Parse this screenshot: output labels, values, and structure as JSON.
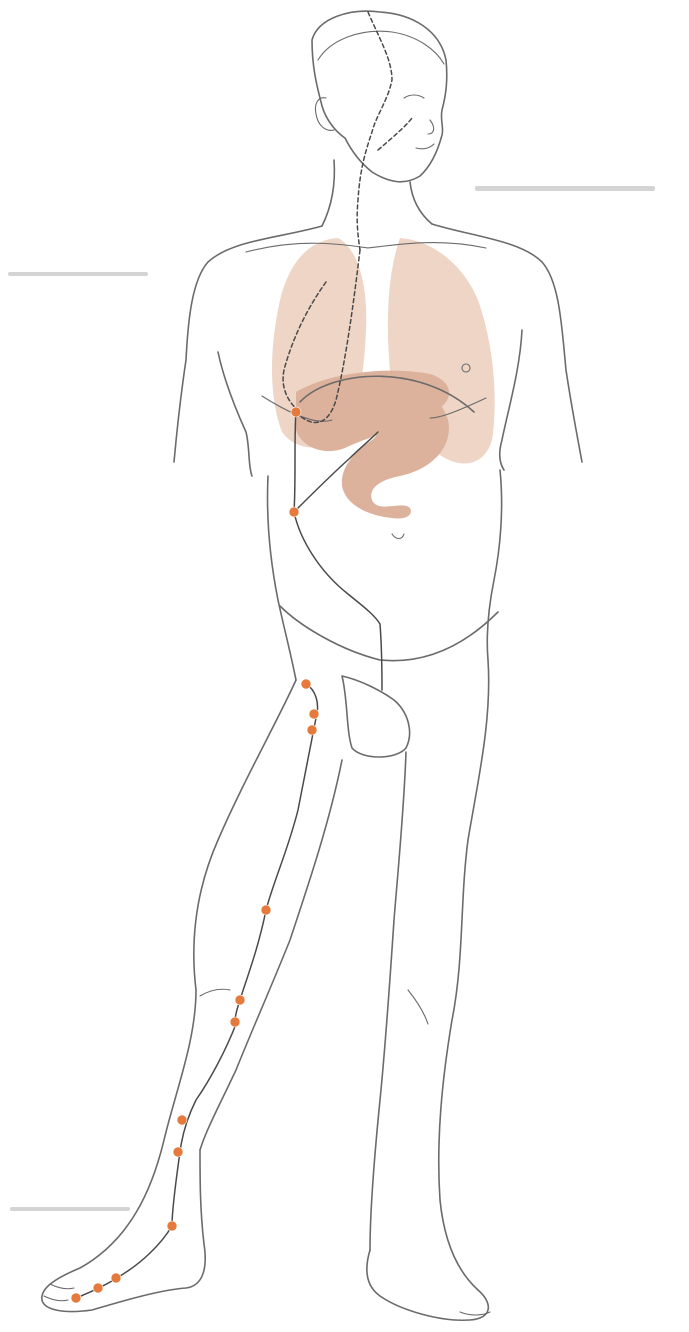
{
  "colors": {
    "outline": "#6b6b6b",
    "meridian": "#4a4a4a",
    "organ_light": "#ecd0c0",
    "organ_dark": "#ddb29c",
    "acupoint": "#e67a3c"
  },
  "points": [
    {
      "id": "abdomen-upper"
    },
    {
      "id": "abdomen-lower"
    },
    {
      "id": "groin-1"
    },
    {
      "id": "groin-2"
    },
    {
      "id": "groin-3"
    },
    {
      "id": "thigh"
    },
    {
      "id": "knee-1"
    },
    {
      "id": "knee-2"
    },
    {
      "id": "shin-1"
    },
    {
      "id": "shin-2"
    },
    {
      "id": "ankle"
    },
    {
      "id": "foot-1"
    },
    {
      "id": "foot-2"
    },
    {
      "id": "toe"
    }
  ]
}
